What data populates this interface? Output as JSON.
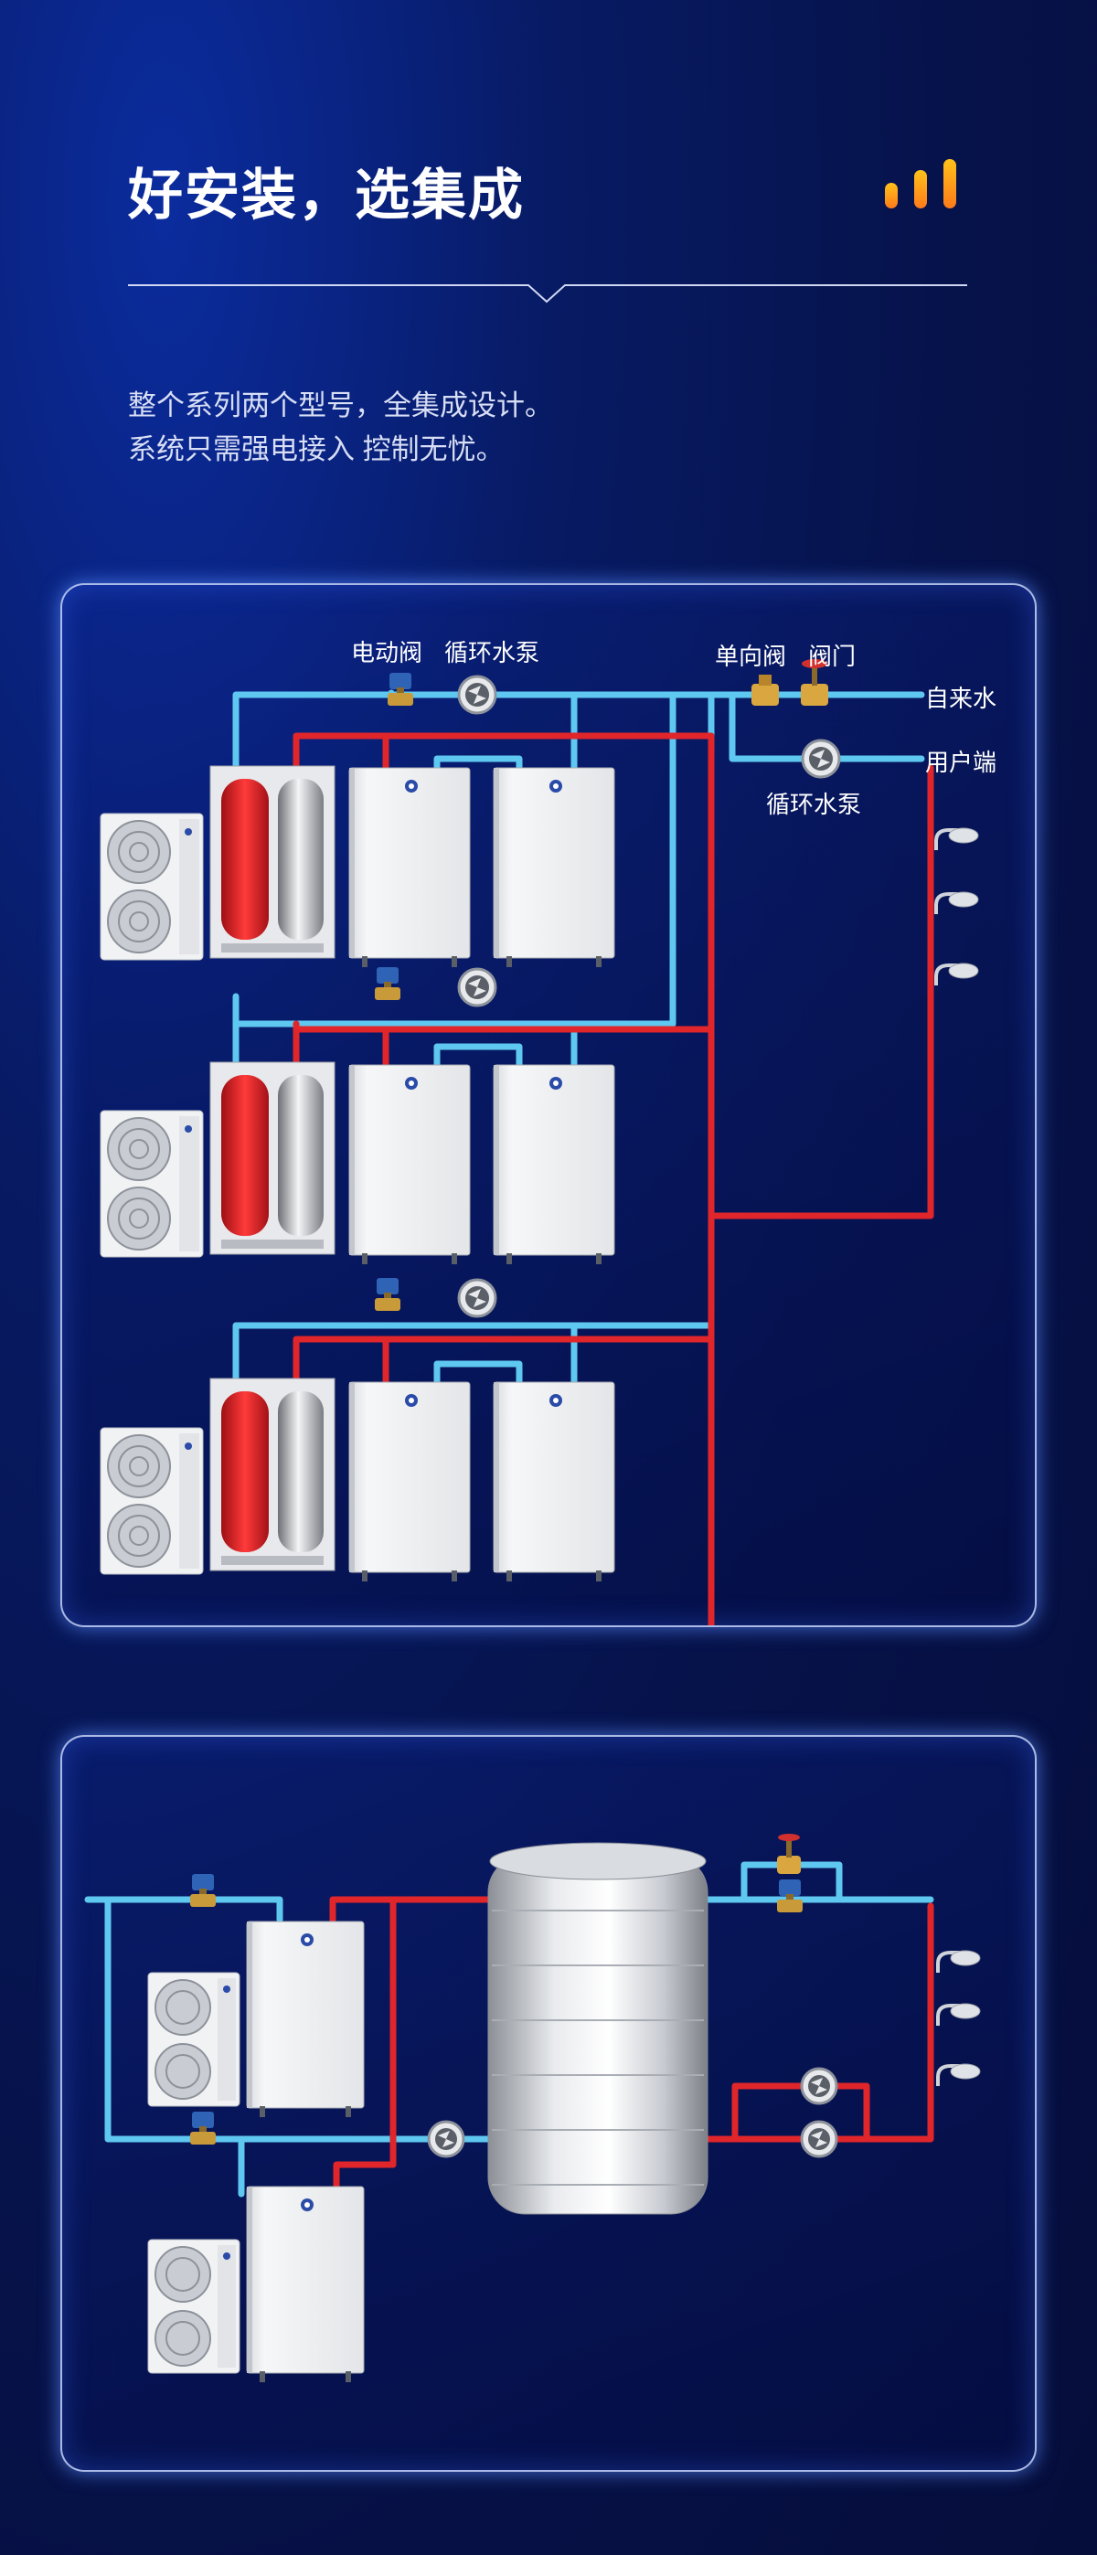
{
  "header": {
    "title": "好安装，选集成",
    "description_line1": "整个系列两个型号，全集成设计。",
    "description_line2": "系统只需强电接入 控制无忧。"
  },
  "diagram1": {
    "labels": {
      "electric_valve": "电动阀",
      "circulation_pump_top": "循环水泵",
      "check_valve": "单向阀",
      "valve": "阀门",
      "tap_water": "自来水",
      "user_end": "用户端",
      "circulation_pump_right": "循环水泵"
    }
  },
  "colors": {
    "cold_pipe": "#5fc8f0",
    "hot_pipe": "#e0262a",
    "accent": "#ffb21a",
    "panel_border": "#c8d7ff"
  }
}
